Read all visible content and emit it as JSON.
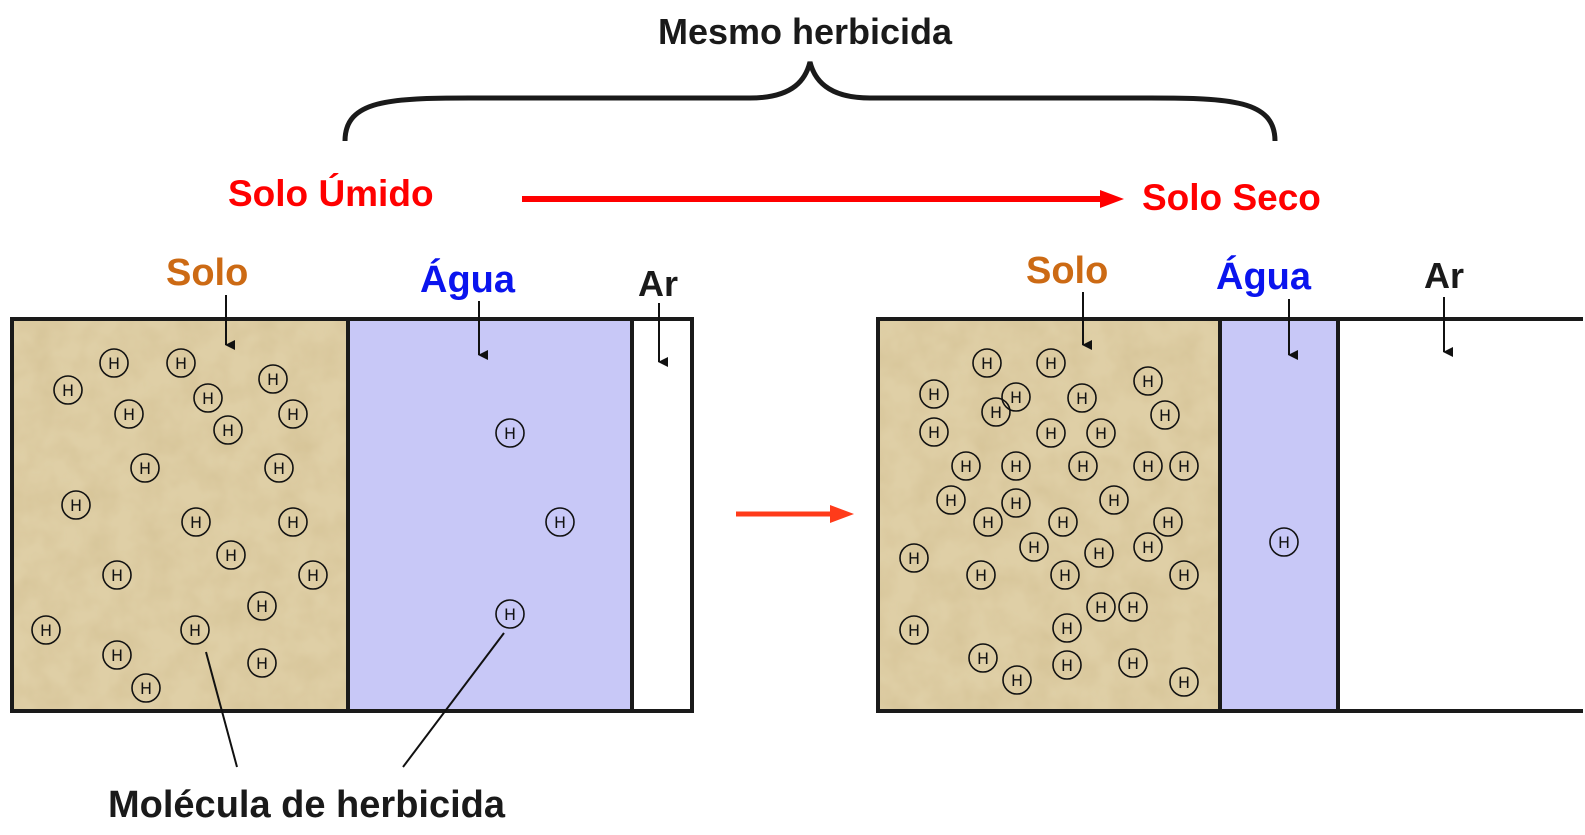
{
  "title": "Mesmo herbicida",
  "wet_soil": "Solo Úmido",
  "dry_soil": "Solo Seco",
  "panels": [
    {
      "solo": "Solo",
      "agua": "Água",
      "ar": "Ar"
    },
    {
      "solo": "Solo",
      "agua": "Água",
      "ar": "Ar"
    }
  ],
  "molecule_symbol": "H",
  "caption": "Molécula de herbicida",
  "colors": {
    "soil": "#dfcfa6",
    "water": "#c8c8f7",
    "air": "#ffffff",
    "label_red": "#ff0000",
    "label_orange": "#cc6a14",
    "label_blue": "#0a14ee",
    "transition_arrow": "#ff3b1a"
  }
}
